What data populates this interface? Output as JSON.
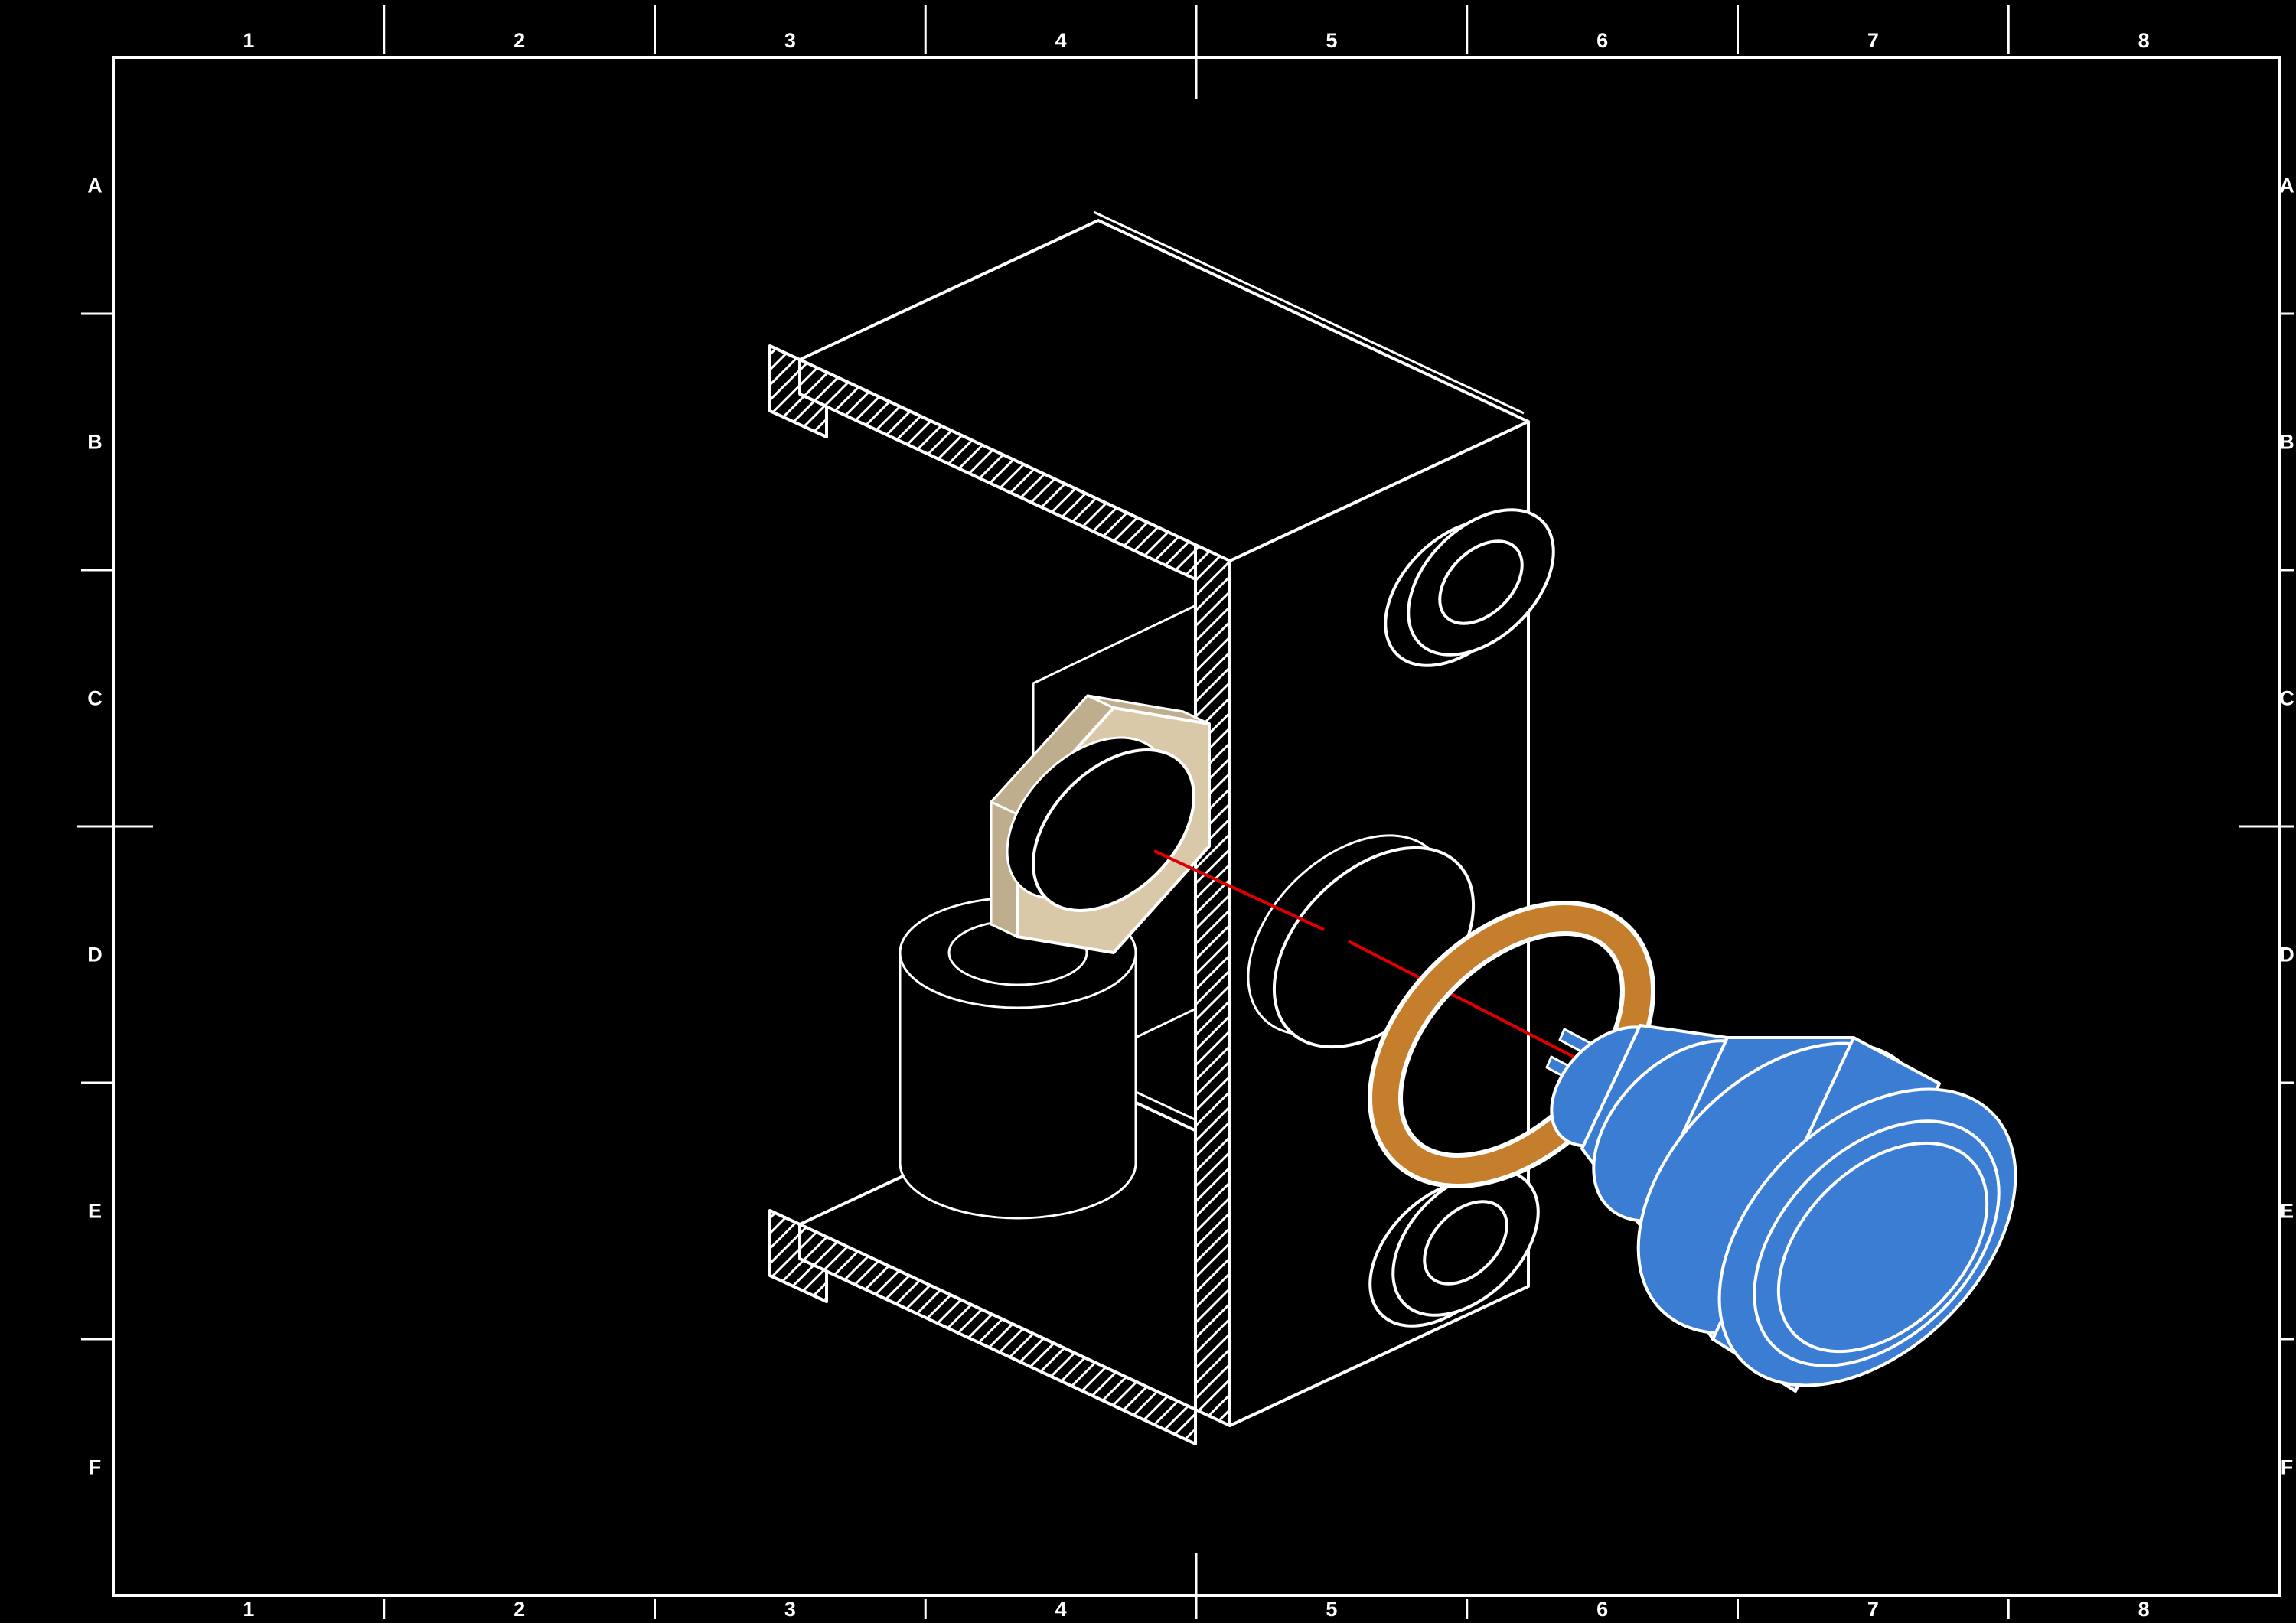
{
  "drawing": {
    "type": "exploded-isometric-assembly",
    "description": "CAD exploded view of a push-button mounted through a bracket panel with a retaining nut and o-ring"
  },
  "border": {
    "columns": [
      "1",
      "2",
      "3",
      "4",
      "5",
      "6",
      "7",
      "8"
    ],
    "rows": [
      "A",
      "B",
      "C",
      "D",
      "E",
      "F"
    ]
  },
  "colors": {
    "background": "#000000",
    "line": "#ffffff",
    "centerline_red": "#e00000",
    "button_blue": "#3a7dd2",
    "oring_orange": "#c47e2c",
    "nut_tan": "#d9c9a9",
    "nut_tan_dark": "#bfae8d"
  },
  "parts": [
    {
      "name": "mounting-bracket",
      "color": "outline-white",
      "style": "sectioned-with-hatching"
    },
    {
      "name": "panel-nut",
      "color": "nut_tan"
    },
    {
      "name": "o-ring",
      "color": "oring_orange"
    },
    {
      "name": "push-button",
      "color": "button_blue"
    },
    {
      "name": "assembly-centerline",
      "color": "centerline_red"
    }
  ]
}
